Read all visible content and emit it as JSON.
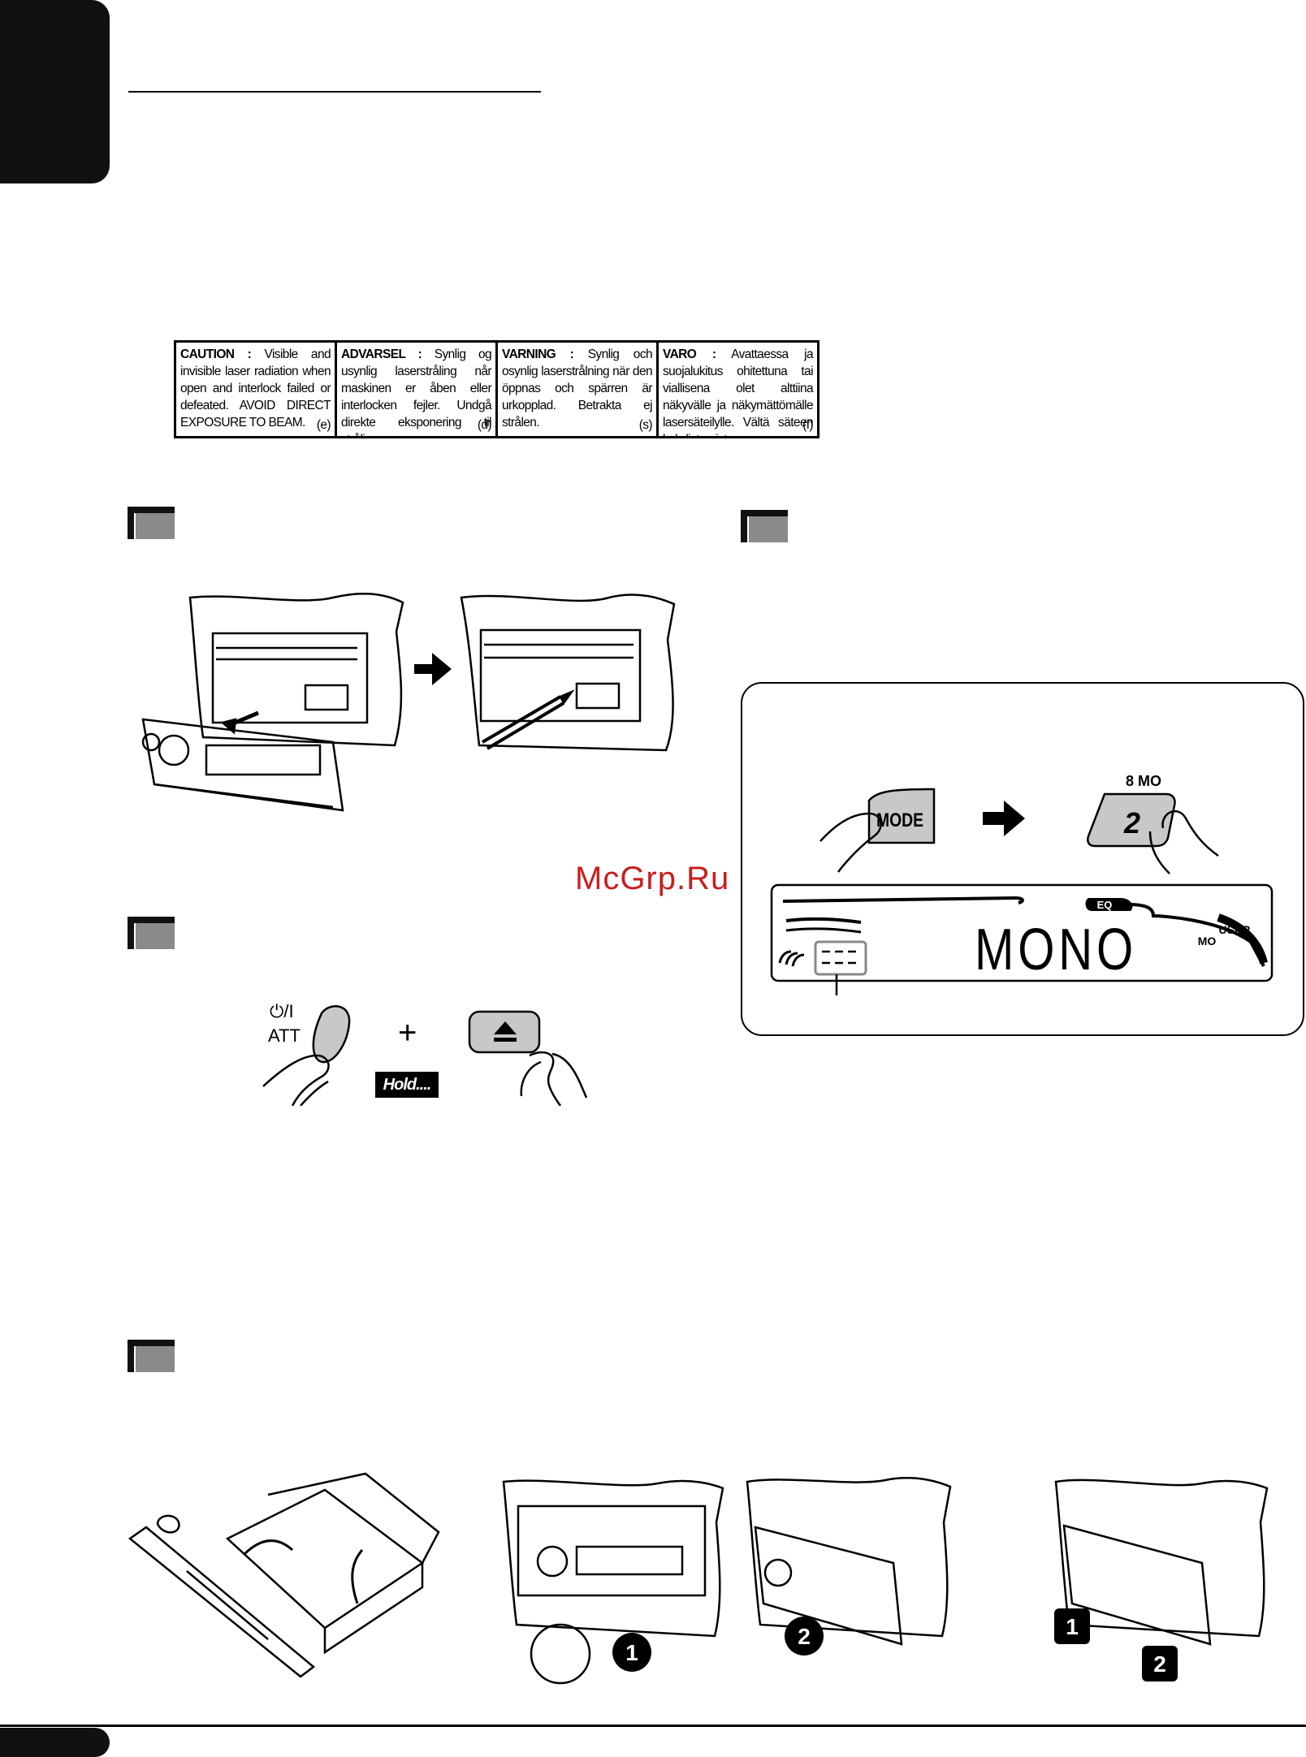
{
  "header": {},
  "caution": [
    {
      "heading": "CAUTION :",
      "text": "Visible and invisible laser radiation when open and interlock failed or defeated. AVOID DIRECT EXPOSURE TO BEAM.",
      "code": "(e)"
    },
    {
      "heading": "ADVARSEL :",
      "text": "Synlig og usynlig laserstråling når maskinen er åben eller interlocken fejler. Undgå direkte eksponering til stråling.",
      "code": "(d)"
    },
    {
      "heading": "VARNING :",
      "text": "Synlig och osynlig laserstrålning när den öppnas och spärren är urkopplad. Betrakta ej strålen.",
      "code": "(s)"
    },
    {
      "heading": "VARO :",
      "text": "Avattaessa ja suojalukitus ohitettuna tai viallisena olet alttiina näkyvälle ja näkymättömälle lasersäteilylle. Vältä säteen kohdistumista suoraan itseesi.",
      "code": "(f)"
    }
  ],
  "watermark": "McGrp.Ru",
  "buttons": {
    "power_label": "⏻/I",
    "att_label": "ATT",
    "plus": "+",
    "hold_label": "Hold....",
    "mode_label": "MODE",
    "preset_number": "2",
    "preset_caption": "8  MO"
  },
  "display": {
    "main_text": "MONO",
    "eq_label": "EQ",
    "user_label": "USER",
    "mo_label": "MO"
  },
  "steps": {
    "step1": "1",
    "step2": "2"
  },
  "colors": {
    "ink": "#000000",
    "button_gray": "#c8c8c8",
    "marker_gray": "#8a8a8a",
    "watermark": "#c81e1e"
  }
}
